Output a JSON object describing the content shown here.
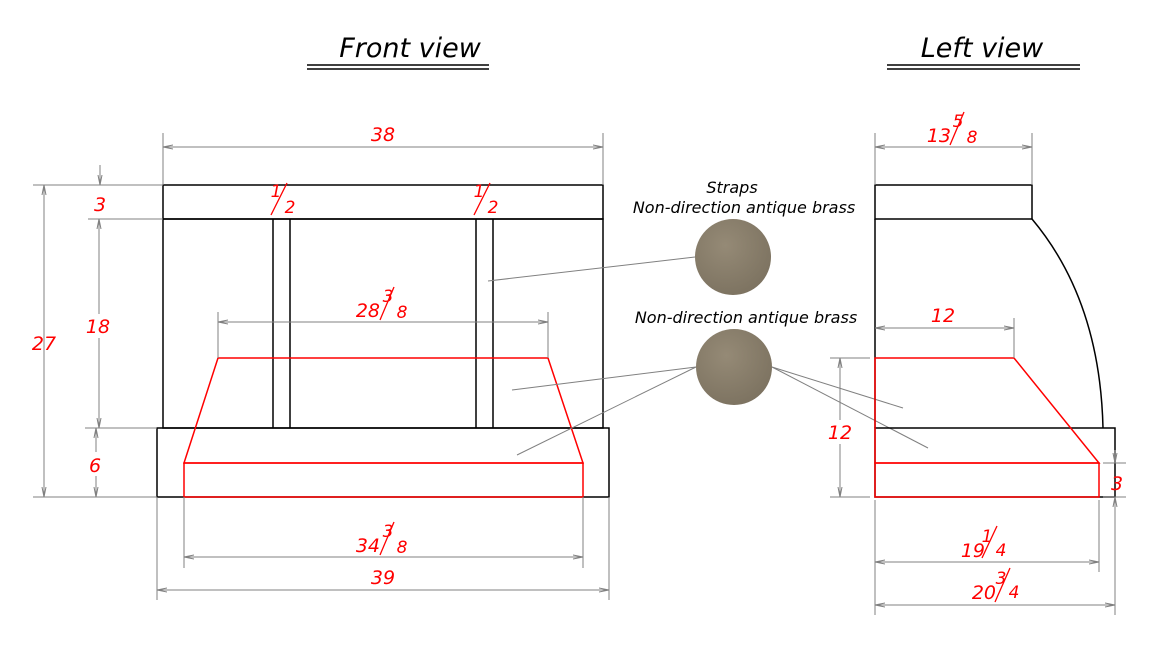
{
  "titles": {
    "front": "Front view",
    "left": "Left view"
  },
  "callouts": {
    "straps_title": "Straps",
    "straps_finish": "Non-direction antique brass",
    "hood_finish": "Non-direction antique brass"
  },
  "finish_color": "#8a7f6c",
  "front_dims": {
    "width_top": "38",
    "hood_top": {
      "whole": "28",
      "num": "3",
      "den": "8"
    },
    "hood_bottom": {
      "whole": "34",
      "num": "3",
      "den": "8"
    },
    "width_base": "39",
    "height_total": "27",
    "band_height": "3",
    "body_height": "18",
    "base_height": "6",
    "strap_left": {
      "whole": "",
      "num": "1",
      "den": "2"
    },
    "strap_right": {
      "whole": "",
      "num": "1",
      "den": "2"
    }
  },
  "left_dims": {
    "top_depth": {
      "whole": "13",
      "num": "5",
      "den": "8"
    },
    "hood_top_depth": "12",
    "hood_height": "12",
    "band_height": "3",
    "hood_bottom_depth": {
      "whole": "19",
      "num": "1",
      "den": "4"
    },
    "base_depth": {
      "whole": "20",
      "num": "3",
      "den": "4"
    }
  }
}
